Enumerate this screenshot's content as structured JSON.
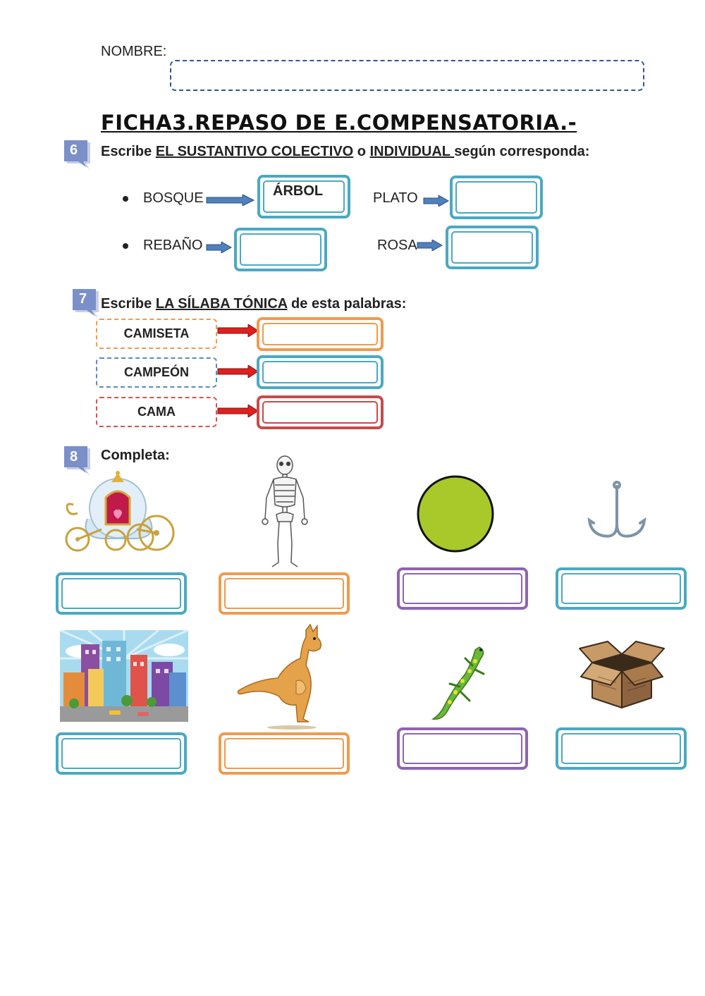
{
  "header": {
    "name_label": "NOMBRE:",
    "name_value": "",
    "title": "FICHA3.REPASO DE E.COMPENSATORIA.-"
  },
  "section6": {
    "number": "6",
    "instr_a": "Escribe ",
    "instr_b": "EL SUSTANTIVO COLECTIVO",
    "instr_c": " o ",
    "instr_d": "INDIVIDUAL ",
    "instr_e": "según corresponda:",
    "items": [
      {
        "word": "BOSQUE",
        "answer": "ÁRBOL"
      },
      {
        "word": "PLATO",
        "answer": ""
      },
      {
        "word": "REBAÑO",
        "answer": ""
      },
      {
        "word": "ROSA",
        "answer": ""
      }
    ]
  },
  "section7": {
    "number": "7",
    "instr_a": "Escribe ",
    "instr_b": "LA SÍLABA TÓNICA",
    "instr_c": " de esta palabras:",
    "items": [
      {
        "word": "CAMISETA",
        "answer": ""
      },
      {
        "word": "CAMPEÓN",
        "answer": ""
      },
      {
        "word": "CAMA",
        "answer": ""
      }
    ]
  },
  "section8": {
    "number": "8",
    "instr": "Completa:",
    "pictures": [
      "carriage",
      "skeleton",
      "circle",
      "hook",
      "city",
      "kangaroo",
      "lizard",
      "box"
    ],
    "answers": [
      "",
      "",
      "",
      "",
      "",
      "",
      "",
      ""
    ]
  },
  "colors": {
    "badge": "#7b8fc9",
    "blue": "#4aa9c2",
    "orange": "#ef9b4f",
    "red": "#c94a4a",
    "purple": "#8f63b3",
    "arrow_blue": "#4f81bd",
    "arrow_red": "#e02020",
    "circle_fill": "#a9c82a"
  }
}
